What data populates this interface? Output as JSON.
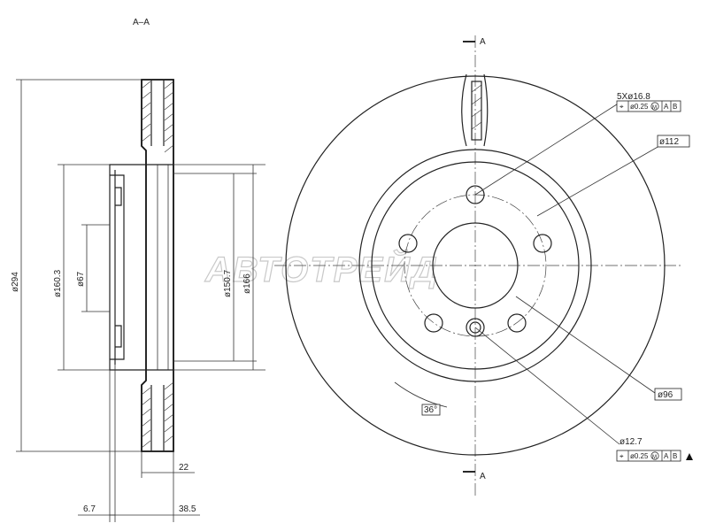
{
  "section_label": "A–A",
  "section_marker": "A",
  "watermark": "АВТОТРЕЙД",
  "dimensions": {
    "d294": "ø294",
    "d160_3": "ø160.3",
    "d67": "ø67",
    "d150_7": "ø150.7",
    "d166": "ø166",
    "w22": "22",
    "w6_7": "6.7",
    "w38_5": "38.5"
  },
  "callouts": {
    "bolt_holes": "5Xø16.8",
    "d112": "ø112",
    "d96": "ø96",
    "angle": "36°",
    "d12_7": "ø12.7"
  },
  "tolerance_frames": [
    {
      "symbol": "⌖",
      "value": "ø0.25",
      "modifier": "M",
      "datums": [
        "A",
        "B"
      ]
    },
    {
      "symbol": "⌖",
      "value": "ø0.25",
      "modifier": "M",
      "datums": [
        "A",
        "B"
      ]
    }
  ]
}
